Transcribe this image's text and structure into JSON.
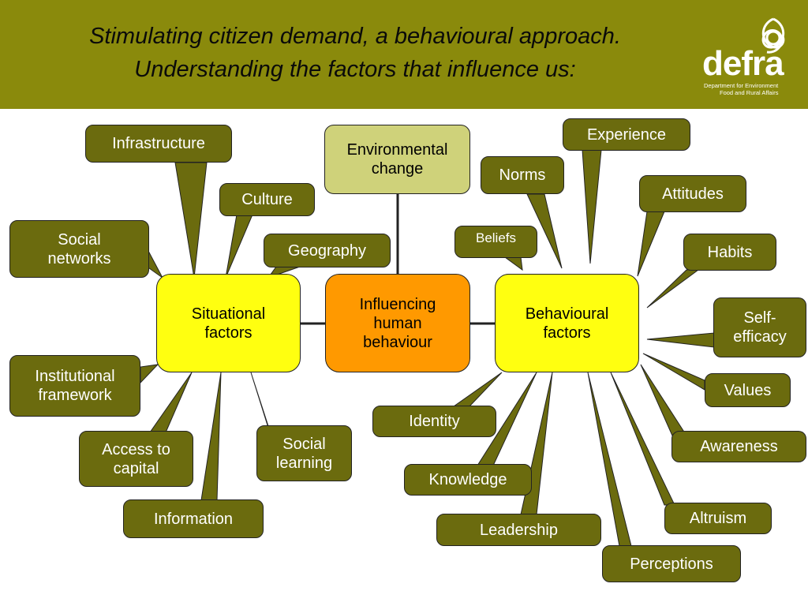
{
  "header": {
    "title_line1": "Stimulating citizen demand, a behavioural approach.",
    "title_line2": "Understanding the factors that influence us:",
    "logo_word": "defra",
    "logo_sub_line1": "Department for Environment",
    "logo_sub_line2": "Food and Rural Affairs"
  },
  "colors": {
    "header_bg": "#8a8a0c",
    "leaf_bg": "#6b6b0e",
    "core_yellow": "#ffff10",
    "core_orange": "#ff9900",
    "env_bg": "#cfd27a"
  },
  "core": {
    "situational": "Situational factors",
    "influencing": "Influencing human behaviour",
    "behavioural": "Behavioural factors",
    "environmental": "Environmental change"
  },
  "situational_factors": {
    "infrastructure": "Infrastructure",
    "culture": "Culture",
    "social_networks": "Social networks",
    "geography": "Geography",
    "institutional_framework": "Institutional framework",
    "access_to_capital": "Access to capital",
    "information": "Information",
    "social_learning": "Social learning"
  },
  "behavioural_factors": {
    "experience": "Experience",
    "norms": "Norms",
    "attitudes": "Attitudes",
    "beliefs": "Beliefs",
    "habits": "Habits",
    "self_efficacy": "Self-efficacy",
    "values": "Values",
    "identity": "Identity",
    "awareness": "Awareness",
    "knowledge": "Knowledge",
    "altruism": "Altruism",
    "leadership": "Leadership",
    "perceptions": "Perceptions"
  }
}
